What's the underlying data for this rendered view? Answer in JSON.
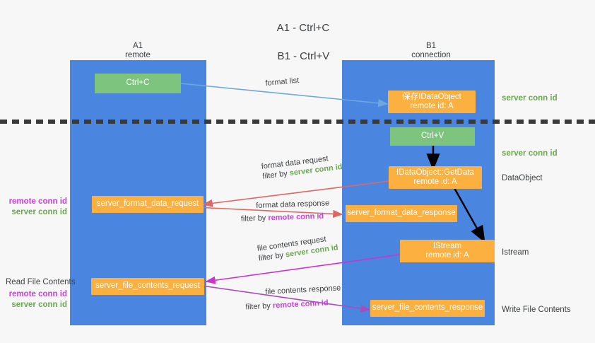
{
  "title": {
    "line1": "A1 - Ctrl+C",
    "line2": "B1 - Ctrl+V"
  },
  "columns": [
    {
      "id": "a1",
      "name": "A1",
      "role": "remote"
    },
    {
      "id": "b1",
      "name": "B1",
      "role": "connection"
    }
  ],
  "nodes": {
    "ctrl_c": {
      "label": "Ctrl+C",
      "color": "#7dc57f"
    },
    "save_idataobject": {
      "label": "保存IDataObject",
      "sub": "remote id: A",
      "color": "#fbb040"
    },
    "ctrl_v": {
      "label": "Ctrl+V",
      "color": "#7dc57f"
    },
    "getdata": {
      "label": "IDataObject::GetData",
      "sub": "remote id: A",
      "color": "#fbb040"
    },
    "server_format_data_request": {
      "label": "server_format_data_request",
      "color": "#fbb040"
    },
    "server_format_data_response": {
      "label": "server_format_data_response",
      "color": "#fbb040"
    },
    "istream": {
      "label": "IStream",
      "sub": "remote id: A",
      "color": "#fbb040"
    },
    "server_file_contents_request": {
      "label": "server_file_contents_request",
      "color": "#fbb040"
    },
    "server_file_contents_response": {
      "label": "server_file_contents_response",
      "color": "#fbb040"
    }
  },
  "edge_labels": {
    "format_list": "format list",
    "format_data_request": "format data request",
    "format_data_request_filter_prefix": "filter by ",
    "format_data_request_filter_tag": "server conn id",
    "format_data_response": "format data response",
    "format_data_response_filter_prefix": "filter by ",
    "format_data_response_filter_tag": "remote conn id",
    "file_contents_request": "file contents request",
    "file_contents_request_filter_prefix": "filter by ",
    "file_contents_request_filter_tag": "server conn id",
    "file_contents_response": "file contents response",
    "file_contents_response_filter_prefix": "filter by ",
    "file_contents_response_filter_tag": "remote conn id"
  },
  "right_labels": {
    "server_conn_id_top": "server conn id",
    "server_conn_id_mid": "server conn id",
    "dataobject": "DataObject",
    "istream": "Istream",
    "write_file_contents": "Write File Contents"
  },
  "left_labels": {
    "remote_conn_id_1": "remote conn id",
    "server_conn_id_1": "server conn id",
    "read_file_contents": "Read File Contents",
    "remote_conn_id_2": "remote conn id",
    "server_conn_id_2": "server conn id"
  },
  "colors": {
    "column_blue": "#4a86e0",
    "node_green": "#7dc57f",
    "node_orange": "#fbb040",
    "server_tag": "#6aa84f",
    "remote_tag": "#c742d5",
    "arrow_light_blue": "#6fa8dc",
    "arrow_red": "#e06666",
    "arrow_magenta": "#cc33cc",
    "arrow_purple": "#9b59b6",
    "arrow_black": "#000000",
    "divider_dashed": "#3a3a3a",
    "background": "#f7f7f7"
  }
}
